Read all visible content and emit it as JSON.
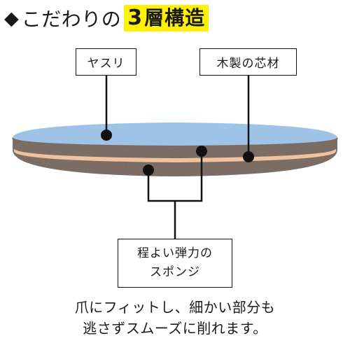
{
  "heading": {
    "lead": "こだわりの",
    "highlight_number": "3",
    "highlight_text": "層構造",
    "colors": {
      "highlight": "#fff200",
      "text": "#1a1a1a"
    }
  },
  "labels": {
    "file_layer": "ヤスリ",
    "wood_core": "木製の芯材",
    "sponge_line1": "程よい弾力の",
    "sponge_line2": "スポンジ"
  },
  "caption": {
    "line1": "爪にフィットし、細かい部分も",
    "line2": "逃さずスムーズに削れます。"
  },
  "layer_colors": {
    "file_surface": "#9ec3e6",
    "sponge": "#8f7f74",
    "wood_core": "#efc3a0",
    "marker_dot": "#111111"
  },
  "icons": {
    "bullet": "black-diamond-icon"
  }
}
